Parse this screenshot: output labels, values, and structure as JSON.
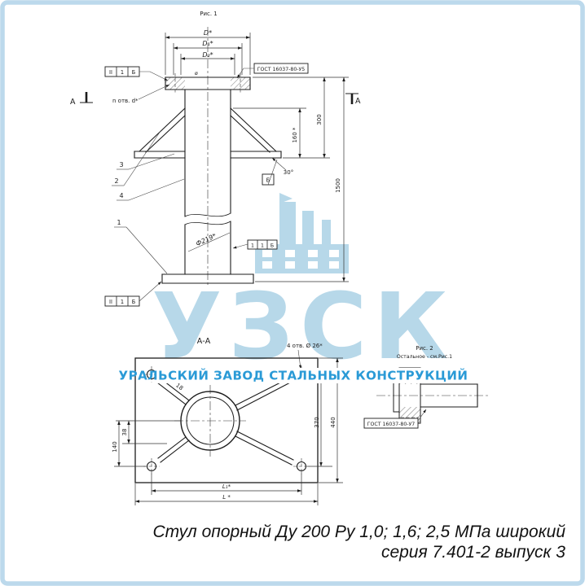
{
  "watermark": {
    "logo": "УЗСК",
    "subtitle": "УРАЛЬСКИЙ ЗАВОД СТАЛЬНЫХ КОНСТРУКЦИЙ",
    "accent_color": "#2a9ad6",
    "light_color": "#b7d8e9"
  },
  "caption": {
    "line1": "Стул опорный Ду 200 Ру 1,0; 1,6; 2,5 МПа широкий",
    "line2": "серия 7.401-2 выпуск 3"
  },
  "fig1": {
    "title": "Рис. 1",
    "dim_d": "D*",
    "dim_d1": "D₁*",
    "dim_d2": "D₂*",
    "gost": "ГОСТ 16037-80-У5",
    "weld_top": [
      "II",
      "1",
      "Б"
    ],
    "weld_mid": [
      "1",
      "1",
      "Б"
    ],
    "weld_bottom": [
      "II",
      "1",
      "Б"
    ],
    "section_left": "А",
    "section_right": "А",
    "holes_note": "n отв. d*",
    "face_mark": "ø",
    "dim_300": "300",
    "dim_160": "160 *",
    "dim_angle": "30°",
    "dim_1500": "1500",
    "node_label": "Б",
    "pipe_dia": "Ф219*",
    "part_1": "1",
    "part_2": "2",
    "part_3": "3",
    "part_4": "4"
  },
  "section_aa": {
    "title": "А-А",
    "holes_note": "4 отв. Ø 26*",
    "dim_18": "18",
    "dim_38": "38",
    "dim_140": "140",
    "dim_370": "370",
    "dim_440": "440",
    "dim_l1": "L₁*",
    "dim_l": "L *"
  },
  "fig2": {
    "title": "Рис. 2",
    "note": "Остальное - см.Рис.1",
    "gost": "ГОСТ 16037-80-У7"
  }
}
